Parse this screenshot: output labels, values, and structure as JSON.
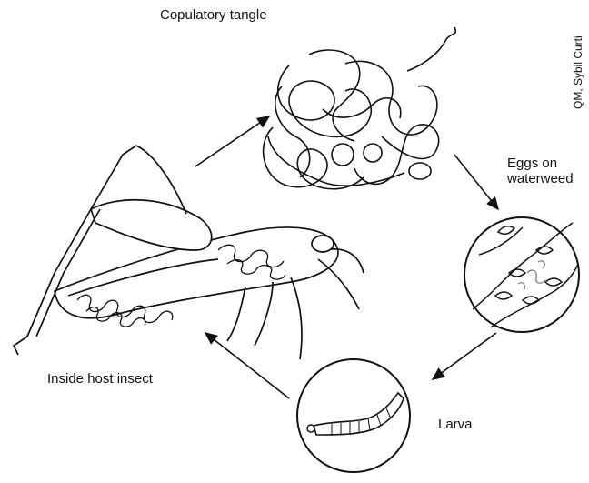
{
  "labels": {
    "copulatory_tangle": "Copulatory tangle",
    "eggs": "Eggs on\nwaterweed",
    "larva": "Larva",
    "host": "Inside host insect",
    "credit": "QM, Sybil Curti"
  },
  "colors": {
    "ink": "#111111",
    "background": "#ffffff"
  }
}
